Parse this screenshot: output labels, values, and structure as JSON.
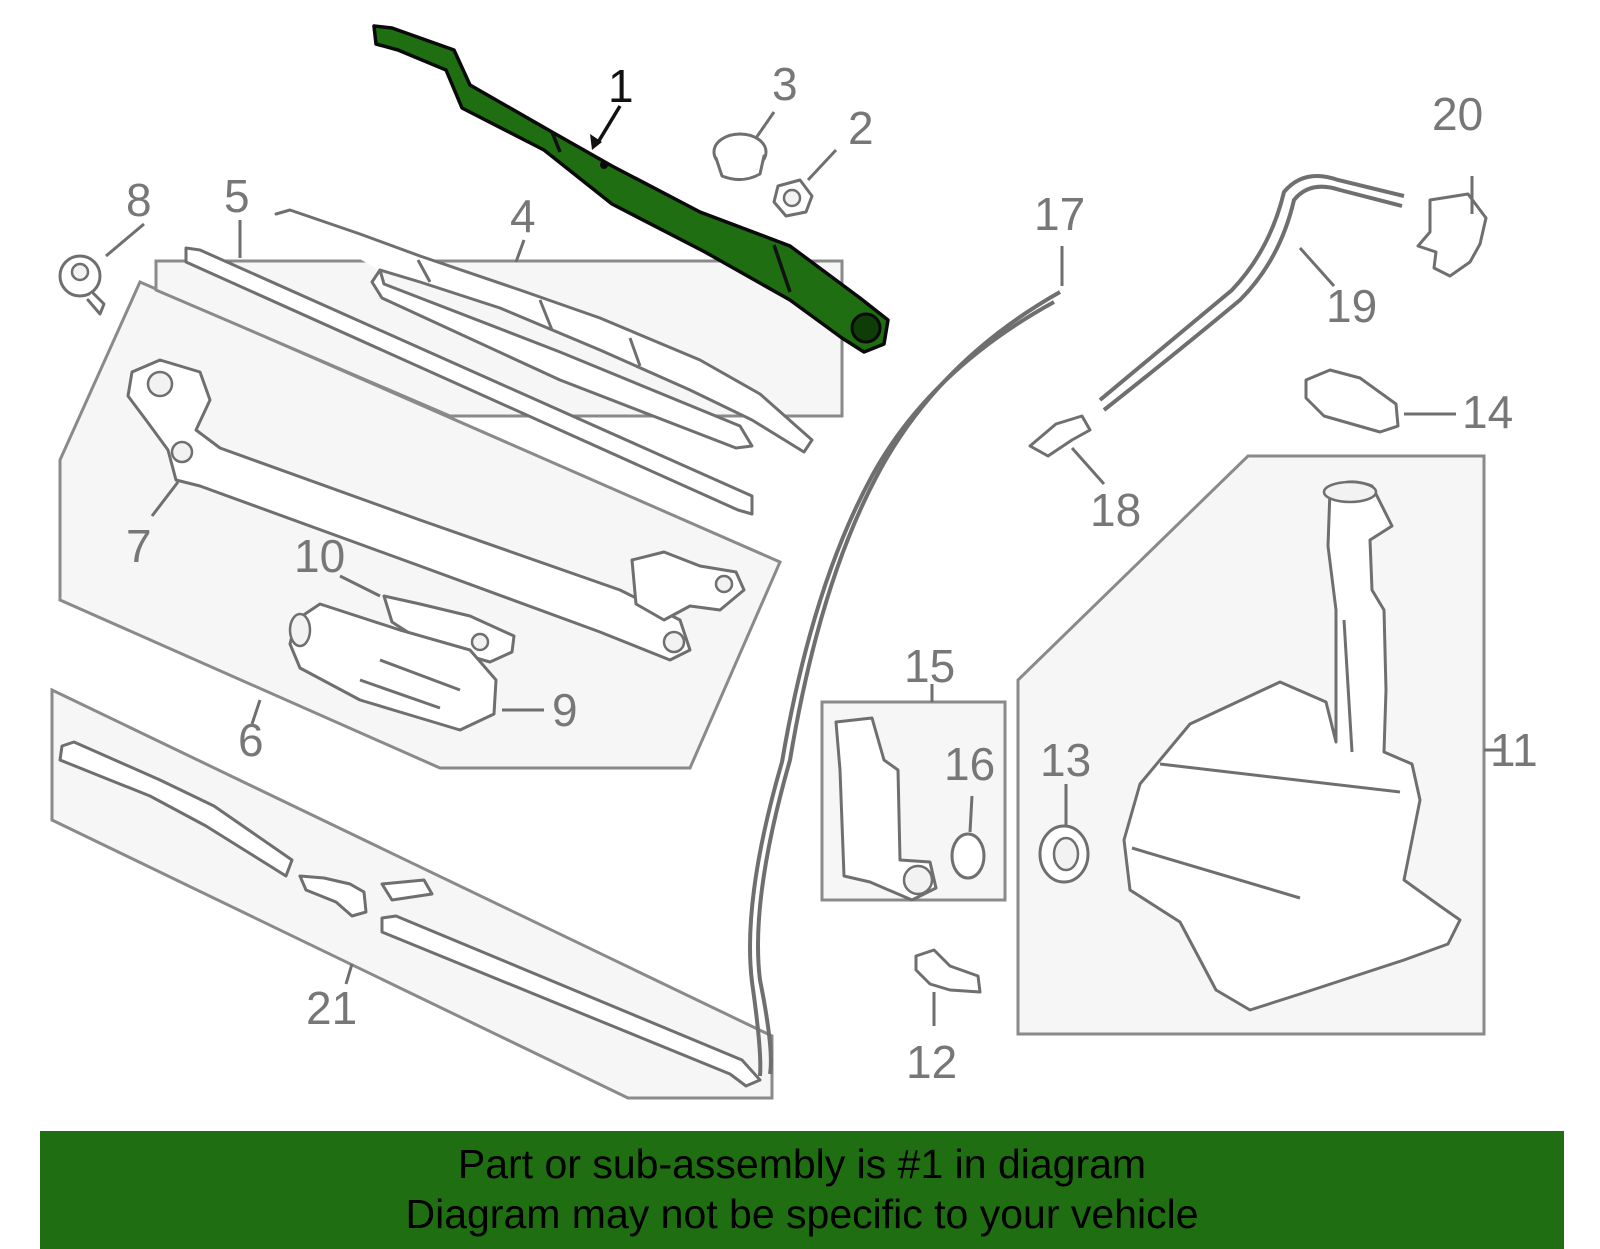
{
  "diagram": {
    "highlighted_part": "1",
    "highlight_color": "#1f6e11",
    "callouts": [
      "1",
      "2",
      "3",
      "4",
      "5",
      "6",
      "7",
      "8",
      "9",
      "10",
      "11",
      "12",
      "13",
      "14",
      "15",
      "16",
      "17",
      "18",
      "19",
      "20",
      "21"
    ]
  },
  "footer": {
    "line1": "Part or sub-assembly is #1 in diagram",
    "line2": "Diagram may not be specific to your vehicle",
    "background": "#1f6e11"
  }
}
